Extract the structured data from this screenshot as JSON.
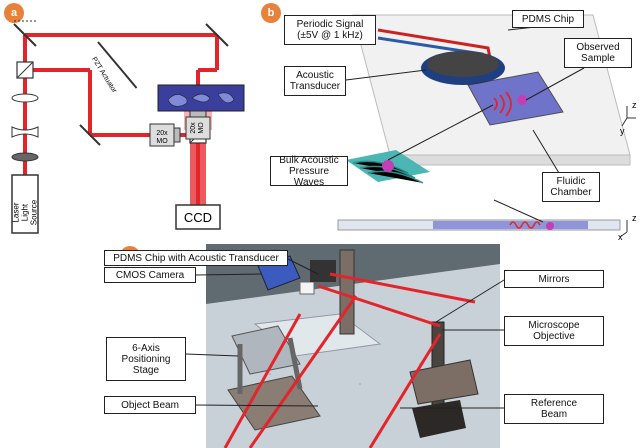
{
  "panels": {
    "a": {
      "badge": "a"
    },
    "b": {
      "badge": "b"
    },
    "c": {
      "badge": "c"
    }
  },
  "panel_a": {
    "laser_source": "Laser Light Source",
    "pzt_actuator": "PZT Actuator",
    "mo_top": "20x MO",
    "mo_left": "20x MO",
    "ccd": "CCD"
  },
  "panel_b": {
    "periodic_signal_line1": "Periodic Signal",
    "periodic_signal_line2": "(±5V @ 1 kHz)",
    "pdms_chip": "PDMS Chip",
    "observed_sample_line1": "Observed",
    "observed_sample_line2": "Sample",
    "acoustic_transducer_line1": "Acoustic",
    "acoustic_transducer_line2": "Transducer",
    "bulk_waves_line1": "Bulk Acoustic",
    "bulk_waves_line2": "Pressure Waves",
    "fluidic_chamber_line1": "Fluidic",
    "fluidic_chamber_line2": "Chamber",
    "axis_z": "z",
    "axis_y": "y",
    "axis_x": "x"
  },
  "panel_c": {
    "pdms_chip_transducer": "PDMS Chip with Acoustic Transducer",
    "cmos_camera": "CMOS Camera",
    "positioning_line1": "6-Axis",
    "positioning_line2": "Positioning",
    "positioning_line3": "Stage",
    "object_beam": "Object Beam",
    "mirrors": "Mirrors",
    "microscope_line1": "Microscope",
    "microscope_line2": "Objective",
    "reference_line1": "Reference",
    "reference_line2": "Beam"
  },
  "colors": {
    "beam": "#e3242b",
    "badge": "#e8823a",
    "label_border": "#222222",
    "sample_blue": "#3a3f9e",
    "scene_bg": "#5f6b70"
  }
}
